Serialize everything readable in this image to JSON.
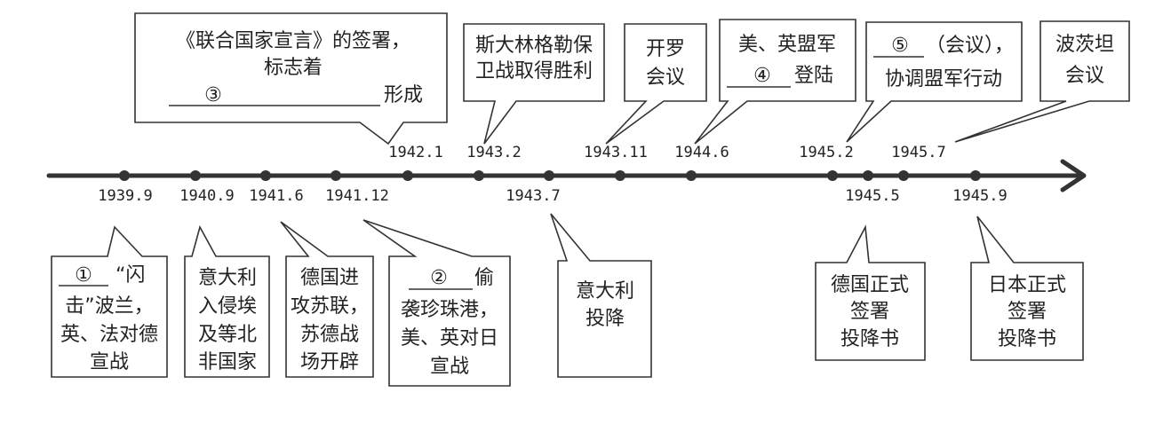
{
  "timeline": {
    "events": [
      {
        "id": "e1939-9",
        "date": "1939.9",
        "side": "below",
        "lines": [
          "①  “闪",
          "击”波兰，",
          "英、法对德",
          "宣战"
        ],
        "blank_line": 0,
        "blank_chars": "①"
      },
      {
        "id": "e1940-9",
        "date": "1940.9",
        "side": "below",
        "lines": [
          "意大利",
          "入侵埃",
          "及等北",
          "非国家"
        ]
      },
      {
        "id": "e1941-6",
        "date": "1941.6",
        "side": "below",
        "lines": [
          "德国进",
          "攻苏联，",
          "苏德战",
          "场开辟"
        ]
      },
      {
        "id": "e1941-12",
        "date": "1941.12",
        "side": "below",
        "lines": [
          "②  偷",
          "袭珍珠港，",
          "美、英对日",
          "宣战"
        ],
        "blank_line": 0,
        "blank_chars": "②"
      },
      {
        "id": "e1942-1",
        "date": "1942.1",
        "side": "above",
        "lines": [
          "《联合国家宣言》的签署，",
          "标志着",
          "③      形成"
        ],
        "blank_line": 2,
        "blank_chars": "③"
      },
      {
        "id": "e1943-2",
        "date": "1943.2",
        "side": "above",
        "lines": [
          "斯大林格勒保",
          "卫战取得胜利"
        ]
      },
      {
        "id": "e1943-7",
        "date": "1943.7",
        "side": "below",
        "lines": [
          "意大利",
          "投降"
        ]
      },
      {
        "id": "e1943-11",
        "date": "1943.11",
        "side": "above",
        "lines": [
          "开罗",
          "会议"
        ]
      },
      {
        "id": "e1944-6",
        "date": "1944.6",
        "side": "above",
        "lines": [
          "美、英盟军",
          "④   登陆"
        ],
        "blank_line": 1,
        "blank_chars": "④"
      },
      {
        "id": "e1945-2",
        "date": "1945.2",
        "side": "above",
        "lines": [
          "⑤ （会议），",
          "协调盟军行动"
        ],
        "blank_line": 0,
        "blank_chars": "⑤"
      },
      {
        "id": "e1945-5",
        "date": "1945.5",
        "side": "below",
        "lines": [
          "德国正式",
          "签署",
          "投降书"
        ]
      },
      {
        "id": "e1945-7",
        "date": "1945.7",
        "side": "above",
        "lines": [
          "波茨坦",
          "会议"
        ]
      },
      {
        "id": "e1945-9",
        "date": "1945.9",
        "side": "below",
        "lines": [
          "日本正式",
          "签署",
          "投降书"
        ]
      }
    ]
  }
}
